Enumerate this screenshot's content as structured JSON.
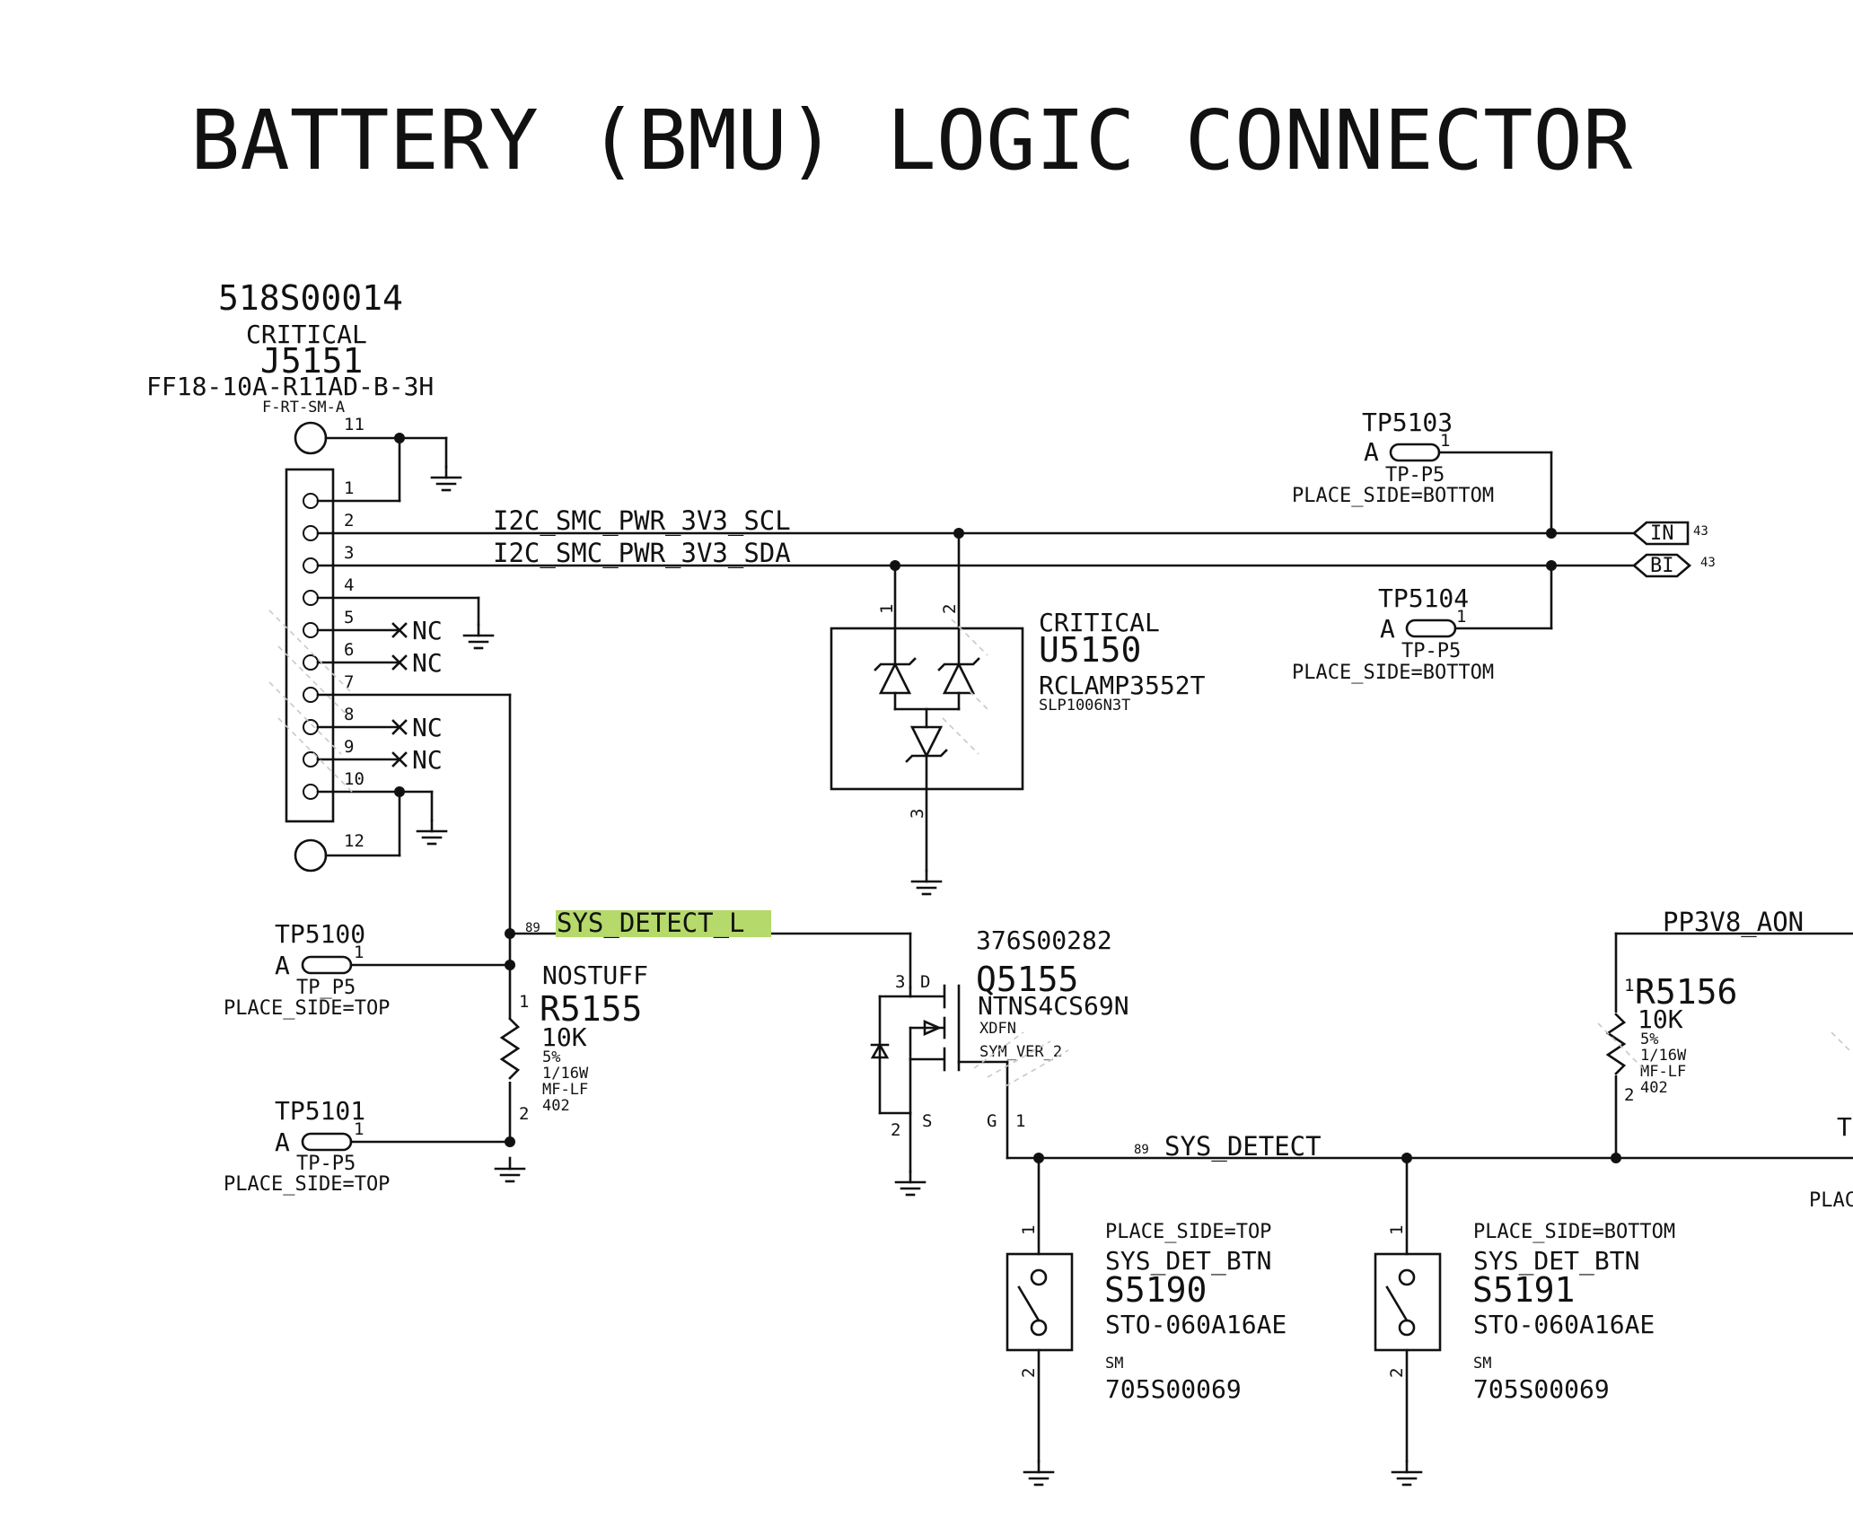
{
  "title": "BATTERY (BMU) LOGIC CONNECTOR",
  "j5151": {
    "part_number": "518S00014",
    "critical": "CRITICAL",
    "ref": "J5151",
    "value": "FF18-10A-R11AD-B-3H",
    "footprint": "F-RT-SM-A",
    "pins": [
      "1",
      "2",
      "3",
      "4",
      "5",
      "6",
      "7",
      "8",
      "9",
      "10",
      "11",
      "12"
    ],
    "nc": "NC"
  },
  "nets": {
    "scl": "I2C_SMC_PWR_3V3_SCL",
    "sda": "I2C_SMC_PWR_3V3_SDA",
    "sys_detect_l": "SYS_DETECT_L",
    "sys_detect": "SYS_DETECT",
    "pp3v8": "PP3V8_AON",
    "page_ref": "89"
  },
  "ports": {
    "in_label": "IN",
    "bi_label": "BI",
    "page": "43"
  },
  "tp5103": {
    "ref": "TP5103",
    "pin_a": "A",
    "pin_num": "1",
    "fp": "TP-P5",
    "place": "PLACE_SIDE=BOTTOM"
  },
  "tp5104": {
    "ref": "TP5104",
    "pin_a": "A",
    "pin_num": "1",
    "fp": "TP-P5",
    "place": "PLACE_SIDE=BOTTOM"
  },
  "tp5100": {
    "ref": "TP5100",
    "pin_a": "A",
    "pin_num": "1",
    "fp": "TP_P5",
    "place": "PLACE_SIDE=TOP"
  },
  "tp5101": {
    "ref": "TP5101",
    "pin_a": "A",
    "pin_num": "1",
    "fp": "TP-P5",
    "place": "PLACE_SIDE=TOP"
  },
  "u5150": {
    "critical": "CRITICAL",
    "ref": "U5150",
    "value": "RCLAMP3552T",
    "package": "SLP1006N3T",
    "pin1": "1",
    "pin2": "2",
    "pin3": "3"
  },
  "r5155": {
    "nostuff": "NOSTUFF",
    "ref": "R5155",
    "value": "10K",
    "tol": "5%",
    "power": "1/16W",
    "type": "MF-LF",
    "size": "402",
    "pin1": "1",
    "pin2": "2"
  },
  "q5155": {
    "part_number": "376S00282",
    "ref": "Q5155",
    "value": "NTNS4CS69N",
    "package": "XDFN",
    "sym": "SYM_VER_2",
    "d": "D",
    "s": "S",
    "g": "G",
    "pin3": "3",
    "pin2": "2",
    "pin1": "1"
  },
  "r5156": {
    "ref": "R5156",
    "value": "10K",
    "tol": "5%",
    "power": "1/16W",
    "type": "MF-LF",
    "size": "402",
    "pin1": "1",
    "pin2": "2"
  },
  "s5190": {
    "place": "PLACE_SIDE=TOP",
    "name": "SYS_DET_BTN",
    "ref": "S5190",
    "value": "STO-060A16AE",
    "pkg": "SM",
    "part_number": "705S00069",
    "pin1": "1",
    "pin2": "2"
  },
  "s5191": {
    "place": "PLACE_SIDE=BOTTOM",
    "name": "SYS_DET_BTN",
    "ref": "S5191",
    "value": "STO-060A16AE",
    "pkg": "SM",
    "part_number": "705S00069",
    "pin1": "1",
    "pin2": "2"
  },
  "cut": {
    "t_letter": "T",
    "plac_text": "PLAC"
  },
  "colors": {
    "highlight": "#b5d96a",
    "ink": "#111111"
  }
}
